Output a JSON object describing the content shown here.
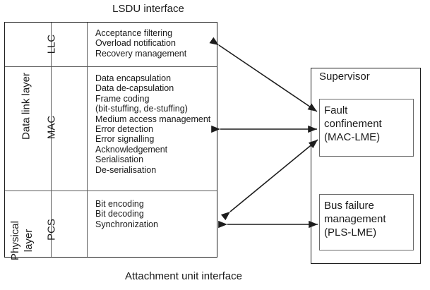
{
  "captions": {
    "top": "LSDU interface",
    "bottom": "Attachment unit interface"
  },
  "layers": {
    "data_link": "Data link layer",
    "physical_line1": "Physical",
    "physical_line2": "layer"
  },
  "sublayers": {
    "llc": "LLC",
    "mac": "MAC",
    "pcs": "PCS"
  },
  "functions": {
    "llc": [
      "Acceptance filtering",
      "Overload notification",
      "Recovery management"
    ],
    "mac": [
      "Data encapsulation",
      "Data de-capsulation",
      "Frame coding",
      "(bit-stuffing, de-stuffing)",
      "Medium access management",
      "Error detection",
      "Error signalling",
      "Acknowledgement",
      "Serialisation",
      "De-serialisation"
    ],
    "pcs": [
      "Bit encoding",
      "Bit decoding",
      "Synchronization"
    ]
  },
  "supervisor": {
    "title": "Supervisor",
    "entities": [
      {
        "line1": "Fault",
        "line2": "confinement",
        "line3": "(MAC-LME)"
      },
      {
        "line1": "Bus failure",
        "line2": "management",
        "line3": "(PLS-LME)"
      }
    ]
  },
  "colors": {
    "outline": "#1d1d1d",
    "inner_rule": "#5a5a5a",
    "subbox_rule": "#6a6a6a",
    "text": "#1a1a1a",
    "background": "#ffffff"
  }
}
